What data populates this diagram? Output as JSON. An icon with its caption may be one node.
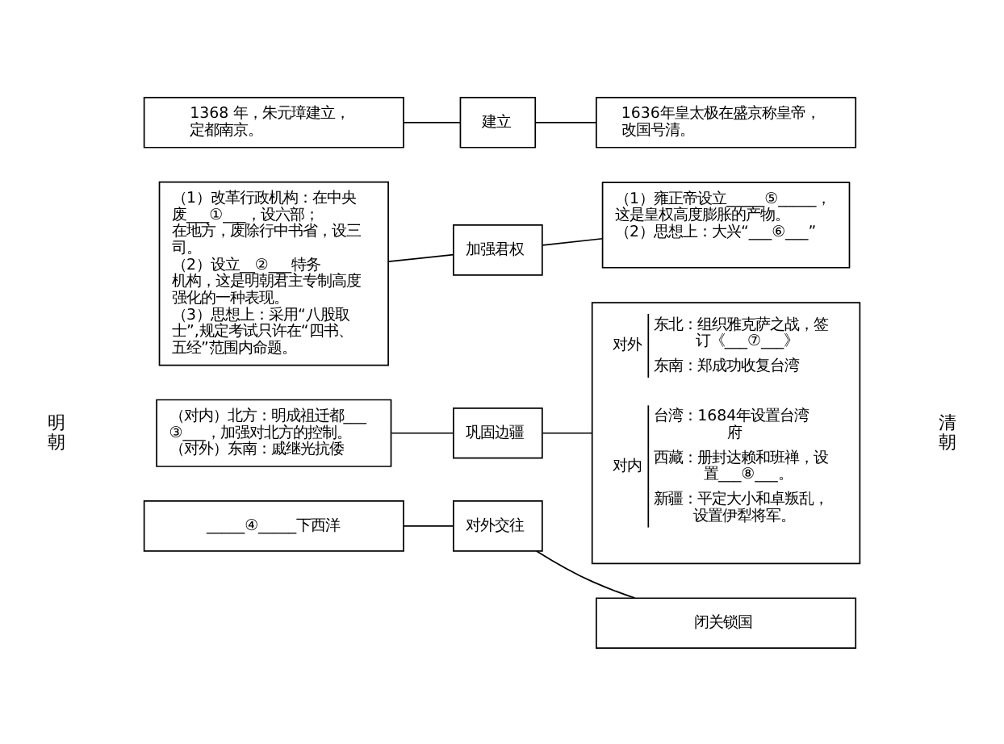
{
  "diagram": {
    "nodes": [
      {
        "text": [
          "1368 年，朱元璋建立，定都南京。"
        ]
      },
      {
        "text": [
          "建立"
        ]
      },
      {
        "text": [
          "1636年皇太极在盛京称皇帝，改国号清。"
        ]
      },
      {
        "text": [
          "（1）改革行政机构：在中央废___①___，设六部；在地方，废除行中书省，设三司。",
          "（2）设立__②___特务机构，这是明朝君主专制高度强化的一种表现。",
          "（3）思想上：采用“八股取士”,规定考试只许在“四书、五经”范围内命题。"
        ]
      },
      {
        "text": [
          "加强君权"
        ]
      },
      {
        "text": [
          "（1）雍正帝设立_____⑤_____，这是皇权高度膨胀的产物。",
          "（2）思想上：大兴“___⑥___”"
        ]
      },
      {
        "text": [
          "（对内）北方：明成祖迁都___③___，加强对北方的控制。",
          "（对外）东南：戚继光抗倭"
        ]
      },
      {
        "text": [
          "巩固边疆"
        ]
      },
      {
        "text": [
          "对外",
          "东北：组织雅克萨之战，签订《___⑦___》",
          "东南：郑成功收复台湾",
          "对内",
          "台湾：1684年设置台湾府",
          "西藏：册封达赖和班禅，设置___⑧___。",
          "新疆：平定大小和卓叛乱，设置伊犁将军。"
        ]
      },
      {
        "text": [
          "_____④_____下西洋"
        ]
      },
      {
        "text": [
          "对外交往"
        ]
      },
      {
        "text": [
          "闭关锁国"
        ]
      }
    ],
    "edges": [
      {
        "from": 0,
        "to": 1,
        "arrow": "none"
      },
      {
        "from": 1,
        "to": 2,
        "arrow": "none"
      },
      {
        "from": 3,
        "to": 4,
        "arrow": "none"
      },
      {
        "from": 4,
        "to": 5,
        "arrow": "none"
      },
      {
        "from": 6,
        "to": 7,
        "arrow": "none"
      },
      {
        "from": 7,
        "to": 8,
        "arrow": "none"
      },
      {
        "from": 9,
        "to": 10,
        "arrow": "none"
      },
      {
        "from": 10,
        "to": 11,
        "arrow": "none"
      }
    ],
    "labels": [
      "明朝",
      "清朝"
    ]
  }
}
